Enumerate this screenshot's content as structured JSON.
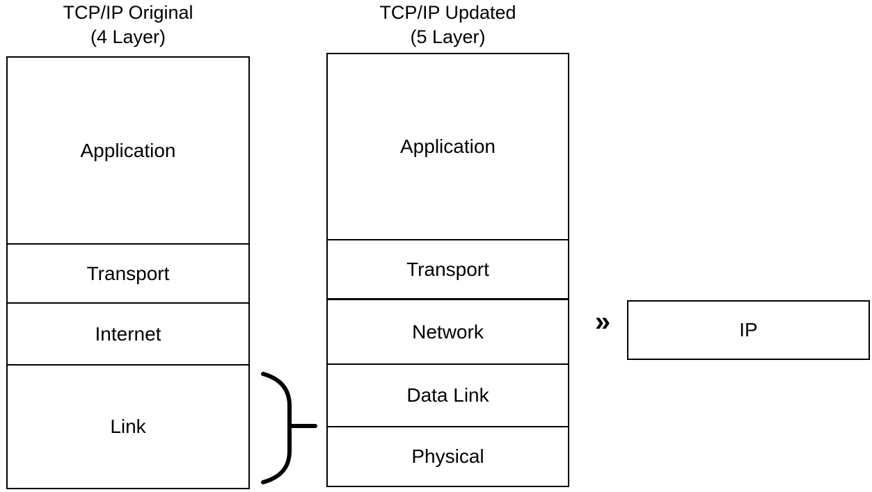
{
  "left_stack": {
    "title_line1": "TCP/IP Original",
    "title_line2": "(4 Layer)",
    "layers": [
      {
        "label": "Application"
      },
      {
        "label": "Transport"
      },
      {
        "label": "Internet"
      },
      {
        "label": "Link"
      }
    ]
  },
  "right_stack": {
    "title_line1": "TCP/IP Updated",
    "title_line2": "(5 Layer)",
    "layers": [
      {
        "label": "Application"
      },
      {
        "label": "Transport"
      },
      {
        "label": "Network"
      },
      {
        "label": "Data Link"
      },
      {
        "label": "Physical"
      }
    ]
  },
  "annotations": {
    "equivalence_symbol": "»",
    "ip_box_label": "IP"
  },
  "colors": {
    "stroke": "#000000",
    "background": "#ffffff",
    "text": "#000000"
  }
}
